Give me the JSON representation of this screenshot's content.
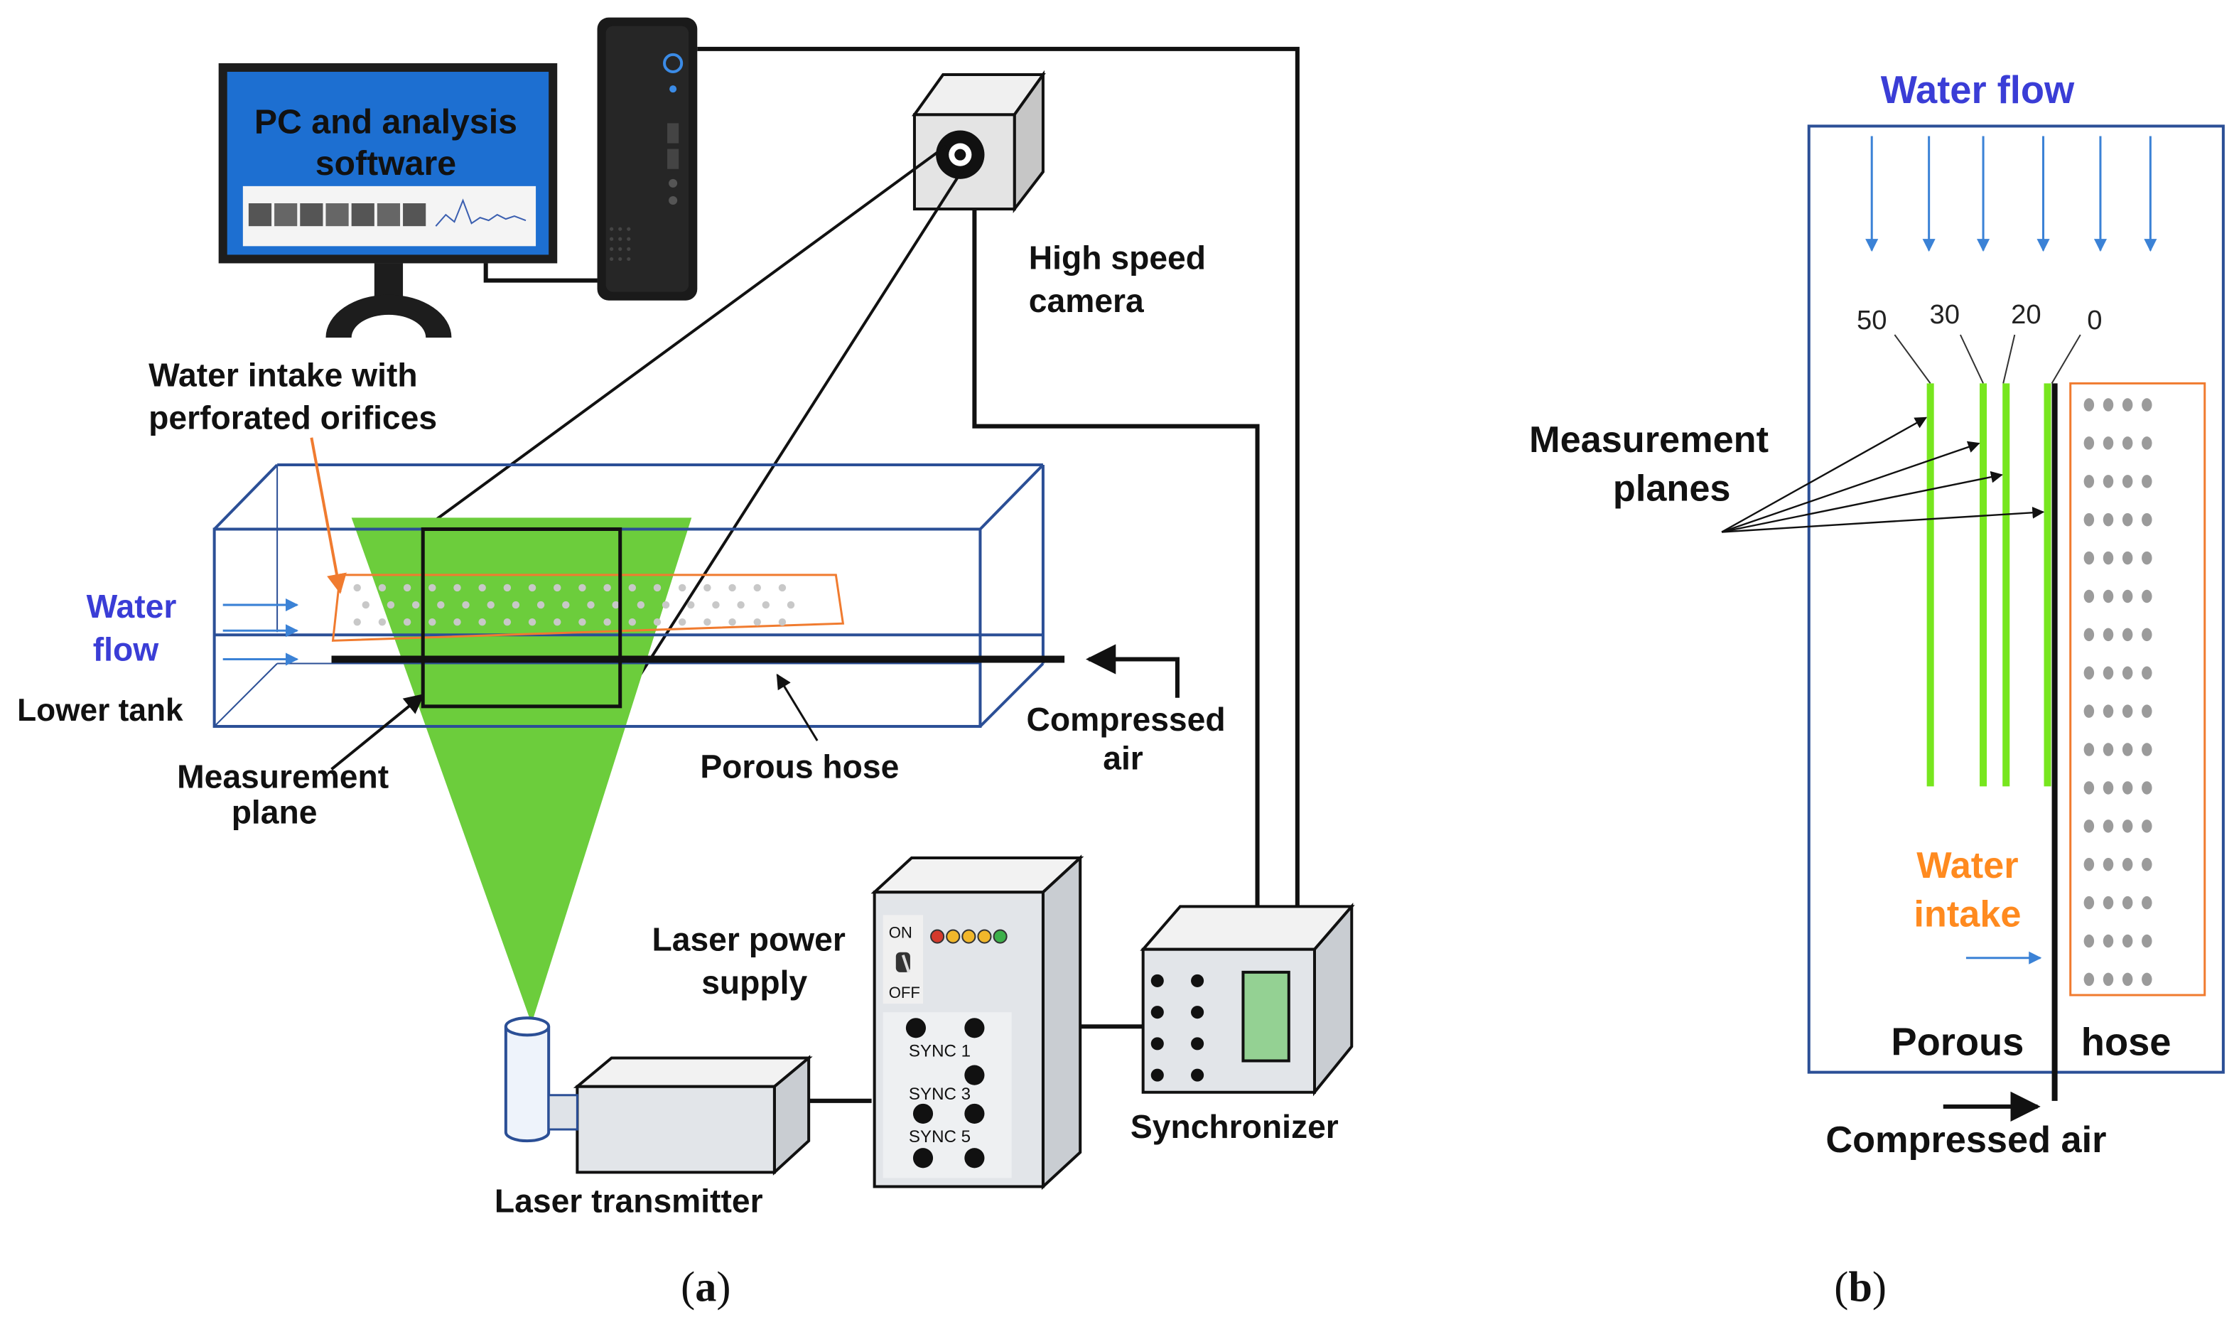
{
  "panel_a": {
    "pc_label_line1": "PC and analysis",
    "pc_label_line2": "software",
    "camera_label_line1": "High speed",
    "camera_label_line2": "camera",
    "intake_label_line1": "Water intake with",
    "intake_label_line2": "perforated orifices",
    "water_flow_line1": "Water",
    "water_flow_line2": "flow",
    "lower_tank": "Lower tank",
    "measurement_plane_line1": "Measurement",
    "measurement_plane_line2": "plane",
    "porous_hose": "Porous hose",
    "compressed_air_line1": "Compressed",
    "compressed_air_line2": "air",
    "laser_power_line1": "Laser power",
    "laser_power_line2": "supply",
    "power_on": "ON",
    "power_off": "OFF",
    "sync_1": "SYNC 1",
    "sync_3": "SYNC 3",
    "sync_5": "SYNC 5",
    "synchronizer": "Synchronizer",
    "laser_transmitter": "Laser transmitter",
    "caption_open": "(",
    "caption_letter": "a",
    "caption_close": ")"
  },
  "panel_b": {
    "water_flow": "Water flow",
    "plane_50": "50",
    "plane_30": "30",
    "plane_20": "20",
    "plane_0": "0",
    "measurement_planes_line1": "Measurement",
    "measurement_planes_line2": "planes",
    "water_intake_line1": "Water",
    "water_intake_line2": "intake",
    "porous": "Porous",
    "hose": "hose",
    "compressed_air": "Compressed air",
    "caption_open": "(",
    "caption_letter": "b",
    "caption_close": ")"
  },
  "colors": {
    "laser_green": "#6ccd3c",
    "plane_green": "#77e61e",
    "tank_blue": "#2b4f96",
    "intake_orange": "#f07b2f",
    "label_blue": "#3a3dd6",
    "label_orange": "#ff8a1f",
    "monitor_blue": "#1d6fd1"
  }
}
